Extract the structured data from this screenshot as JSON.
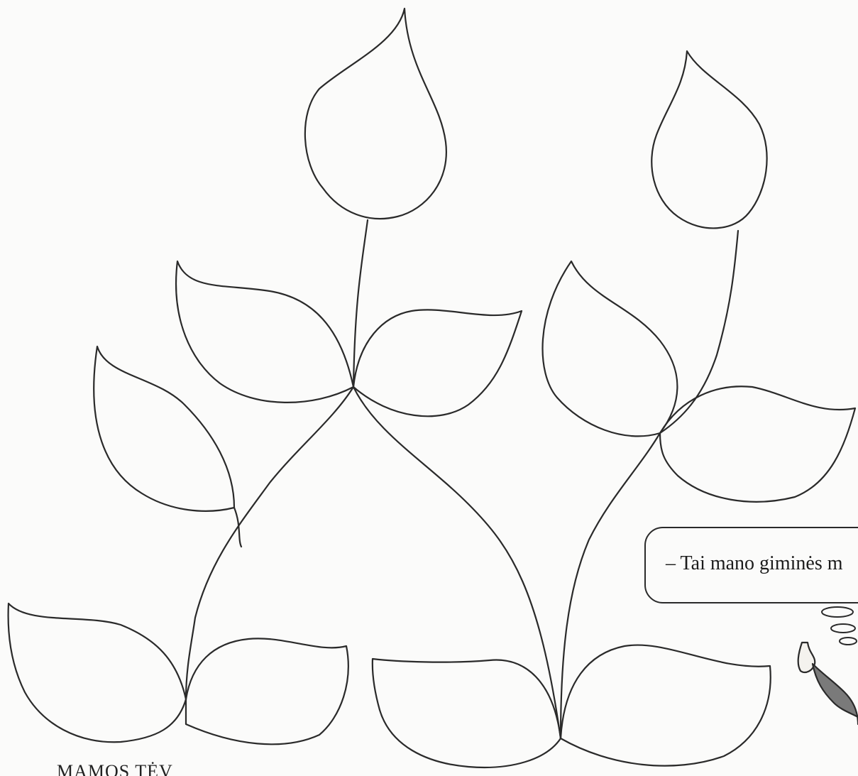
{
  "worksheet": {
    "speech_bubble": {
      "text": "– Tai mano giminės m"
    },
    "bottom_caption": "MAMOS TĖV",
    "illustration": {
      "leaves": [
        "leaf-top-left",
        "leaf-top-right",
        "leaf-upper-left",
        "leaf-upper-middle",
        "leaf-mid-left",
        "leaf-upper-right",
        "leaf-mid-right",
        "leaf-bottom-1",
        "leaf-bottom-2",
        "leaf-bottom-3",
        "leaf-bottom-4"
      ],
      "character": "pointing-boy-icon",
      "thought_dots": "thought-bubble-icon"
    }
  }
}
